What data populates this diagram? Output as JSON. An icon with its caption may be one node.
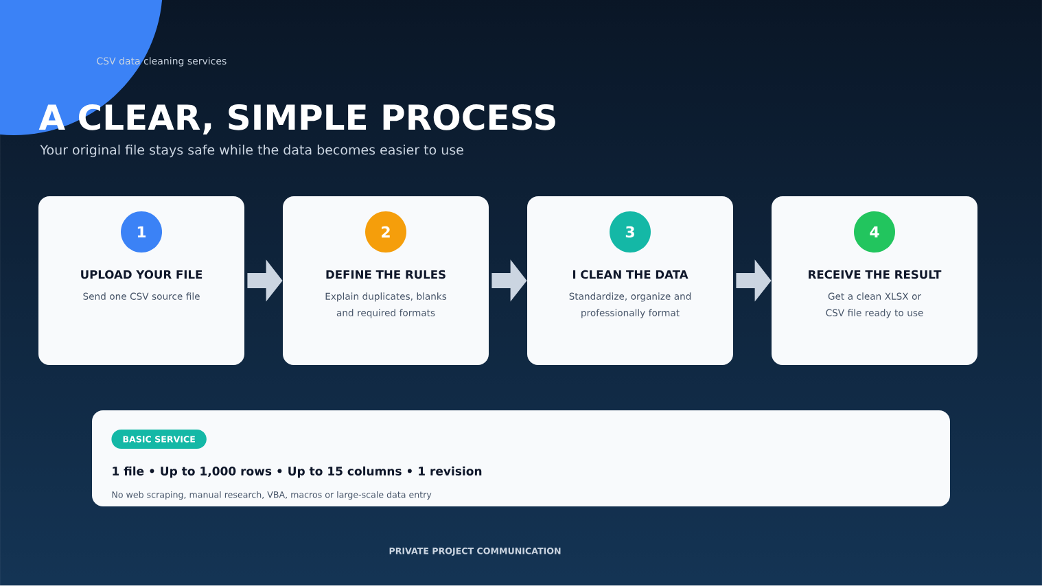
{
  "diagram": {
    "title": "A CLEAR, SIMPLE PROCESS",
    "nodes": [
      {
        "text": [
          "1",
          "UPLOAD YOUR FILE",
          "Send one CSV source file"
        ]
      },
      {
        "text": [
          "2",
          "DEFINE THE RULES",
          "Explain duplicates, blanks and required formats"
        ]
      },
      {
        "text": [
          "3",
          "I CLEAN THE DATA",
          "Standardize, organize and professionally format"
        ]
      },
      {
        "text": [
          "4",
          "RECEIVE THE RESULT",
          "Get a clean XLSX or CSV file ready to use"
        ]
      },
      {
        "text": [
          "BASIC SERVICE",
          "1 file  •  Up to 1,000 rows  •  Up to 15 columns  •  1 revision",
          "No web scraping, manual research, VBA, macros or large-scale data entry"
        ]
      }
    ],
    "edges": [
      {
        "from": 0,
        "to": 1,
        "arrow": "to"
      },
      {
        "from": 1,
        "to": 2,
        "arrow": "to"
      },
      {
        "from": 2,
        "to": 3,
        "arrow": "to"
      }
    ],
    "labels": [
      "CSV data cleaning services",
      "Your original file stays safe while the data becomes easier to use",
      "PRIVATE PROJECT COMMUNICATION"
    ]
  }
}
